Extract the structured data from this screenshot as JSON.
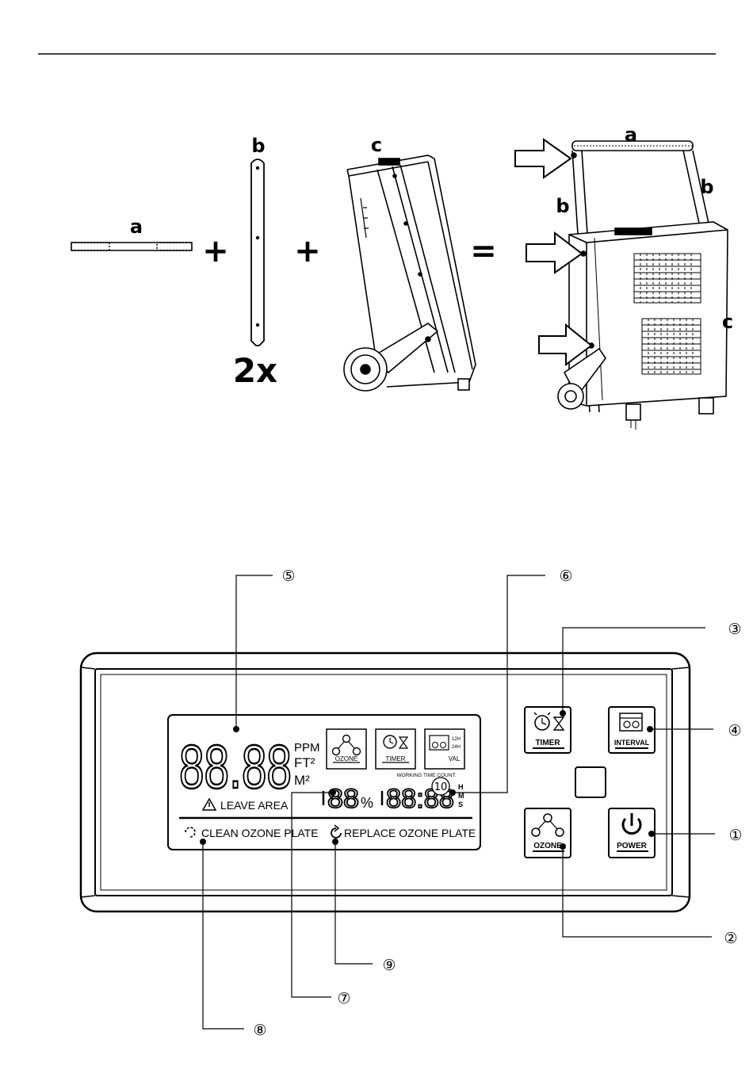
{
  "assembly": {
    "part_a_label": "a",
    "part_b_label": "b",
    "part_c_label": "c",
    "quantity_label": "2x",
    "plus_sign": "+",
    "equals_sign": "=",
    "result_a_label": "a",
    "result_b_label_left": "b",
    "result_b_label_right": "b",
    "result_c_label": "c"
  },
  "panel": {
    "display": {
      "main_digits": "88.88",
      "unit_ppm": "PPM",
      "unit_ft2": "FT²",
      "unit_m2": "M²",
      "leave_area": "LEAVE AREA",
      "icon_ozone_label": "OZONE",
      "icon_timer_label": "TIMER",
      "icon_interval_label": "VAL",
      "interval_12h": "12H",
      "interval_24h": "24H",
      "working_time_count": "WORKING TIME COUNT:",
      "percent_digits": "88",
      "percent_sign": "%",
      "time_digits": "88:88",
      "time_h": "H",
      "time_m": "M",
      "time_s": "S",
      "clean_ozone_plate": "CLEAN OZONE PLATE",
      "replace_ozone_plate": "REPLACE OZONE PLATE"
    },
    "buttons": {
      "timer": "TIMER",
      "interval": "INTERVAL",
      "ozone": "OZONE",
      "power": "POWER"
    }
  },
  "callouts": {
    "c1": "①",
    "c2": "②",
    "c3": "③",
    "c4": "④",
    "c5": "⑤",
    "c6": "⑥",
    "c7": "⑦",
    "c8": "⑧",
    "c9": "⑨",
    "c10": "10"
  }
}
